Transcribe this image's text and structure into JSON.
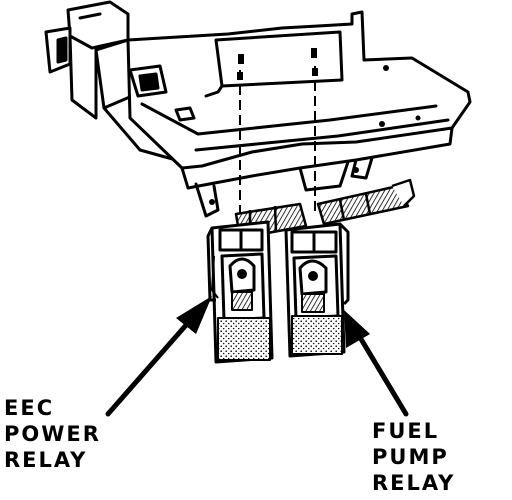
{
  "labels": {
    "eec_power_relay": [
      "EEC",
      "POWER",
      "RELAY"
    ],
    "fuel_pump_relay": [
      "FUEL",
      "PUMP",
      "RELAY"
    ]
  },
  "colors": {
    "ink": "#000000",
    "paper": "#ffffff"
  }
}
